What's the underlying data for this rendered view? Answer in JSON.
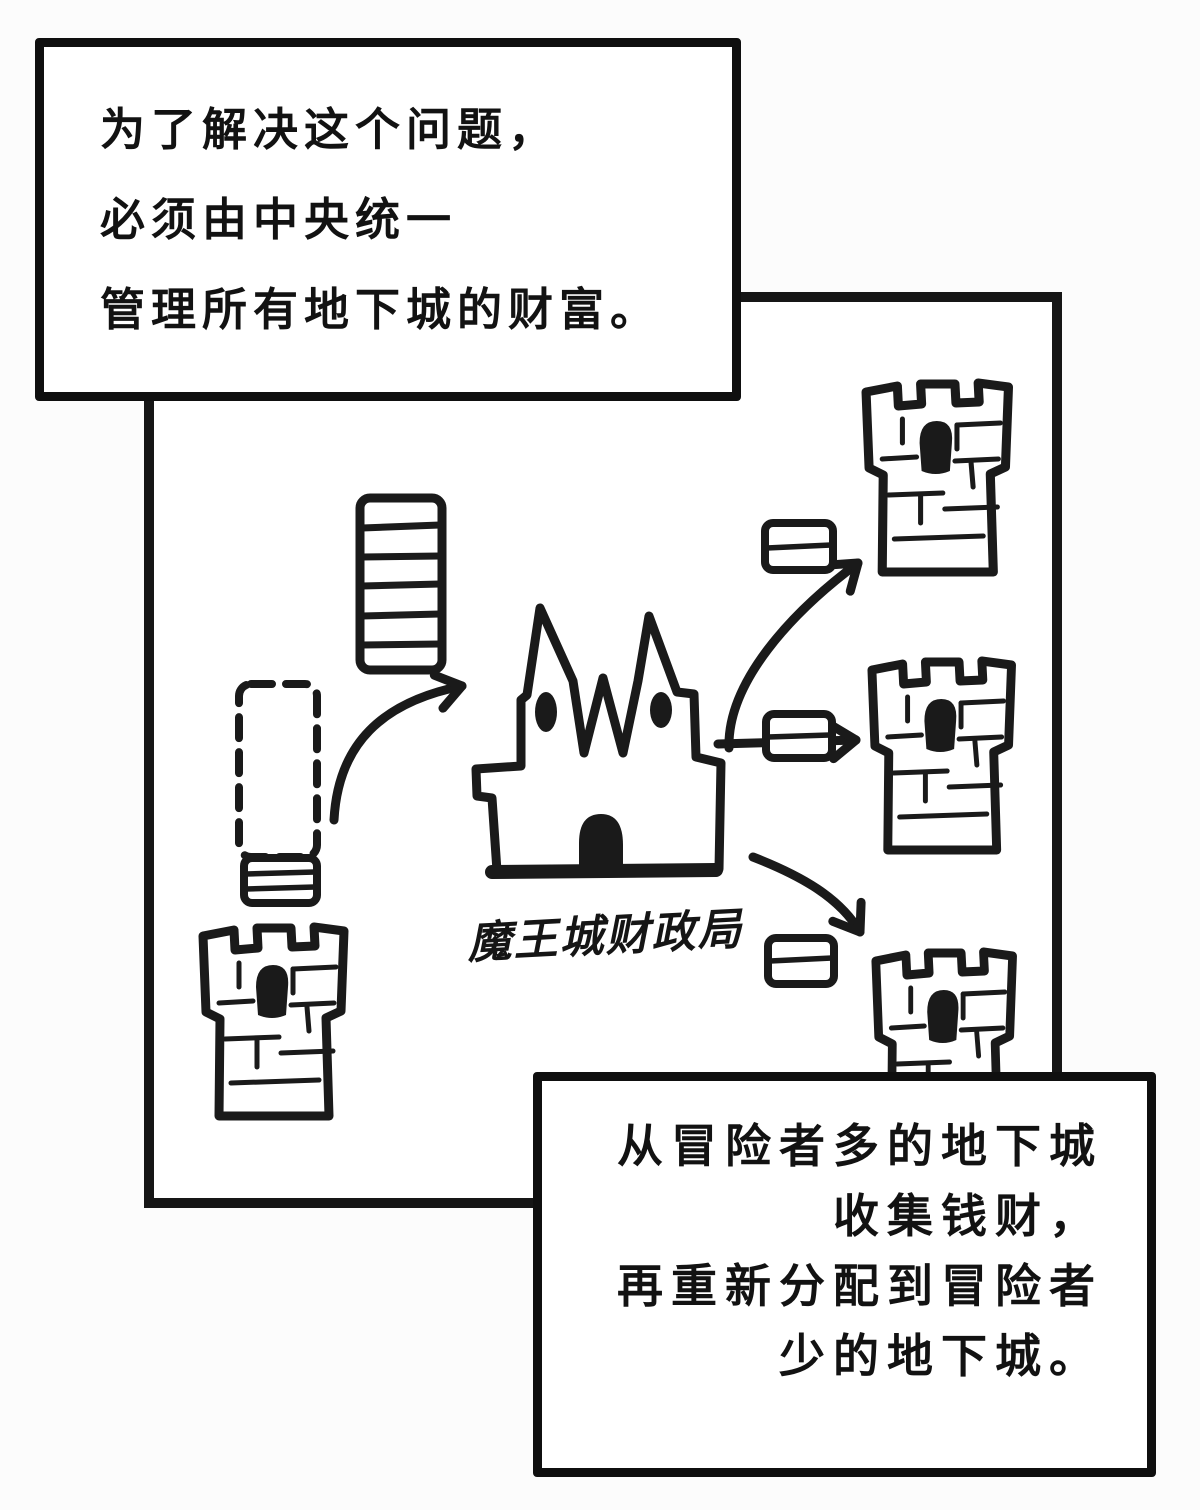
{
  "colors": {
    "ink": "#1a1a1a",
    "paper": "#fcfcfc",
    "panel_fill": "#ffffff"
  },
  "top_callout": {
    "lines": [
      "为了解决这个问题，",
      "必须由中央统一",
      "管理所有地下城的财富。"
    ]
  },
  "bottom_callout": {
    "lines": [
      "从冒险者多的地下城",
      "收集钱财，",
      "再重新分配到冒险者",
      "少的地下城。"
    ]
  },
  "diagram": {
    "bureau_label": "魔王城财政局",
    "bureau": {
      "icon": "castle-icon"
    },
    "source_dungeon": {
      "icon": "tower-icon",
      "coins_on_tower": 3,
      "coins_taken_outline": "dashed",
      "collected_coin_stack": 6
    },
    "target_dungeons": [
      {
        "icon": "tower-icon",
        "coin_stack": 2
      },
      {
        "icon": "tower-icon",
        "coin_stack": 2
      },
      {
        "icon": "tower-icon",
        "coin_stack": 2
      }
    ],
    "flows": [
      {
        "from": "source-dungeon",
        "to": "finance-bureau",
        "arrow": "curved"
      },
      {
        "from": "finance-bureau",
        "to": "target-dungeon-1",
        "arrow": "curved"
      },
      {
        "from": "finance-bureau",
        "to": "target-dungeon-2",
        "arrow": "straight"
      },
      {
        "from": "finance-bureau",
        "to": "target-dungeon-3",
        "arrow": "curved"
      }
    ]
  }
}
